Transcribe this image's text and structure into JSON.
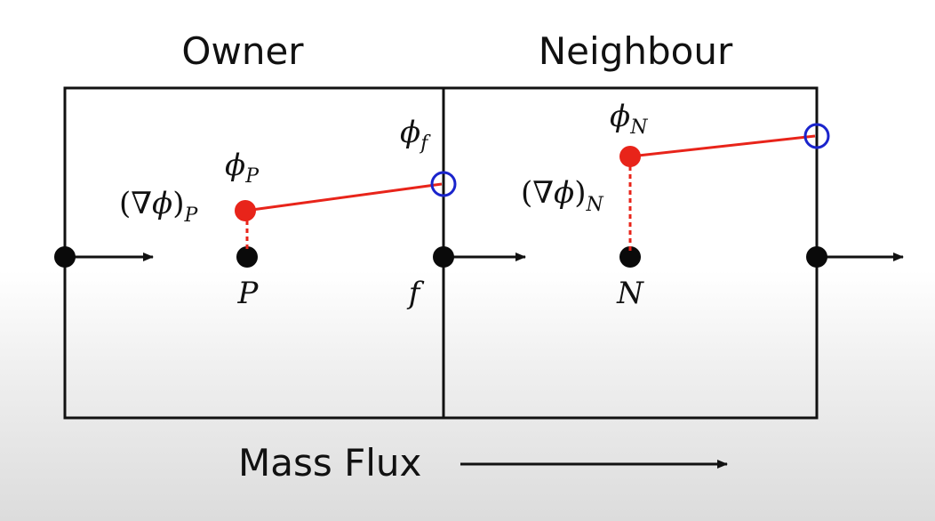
{
  "headers": {
    "owner": "Owner",
    "neighbour": "Neighbour"
  },
  "labels": {
    "phi": "ϕ",
    "grad_open": "(∇",
    "grad_close": ")",
    "sub_P": "P",
    "sub_N": "N",
    "sub_f": "f",
    "point_P": "P",
    "point_N": "N",
    "point_f": "f"
  },
  "footer": {
    "mass_flux": "Mass Flux"
  },
  "colors": {
    "line": "#111111",
    "reconstruction": "#e8241a",
    "face_marker": "#1a24cc",
    "node": "#0a0a0a"
  }
}
